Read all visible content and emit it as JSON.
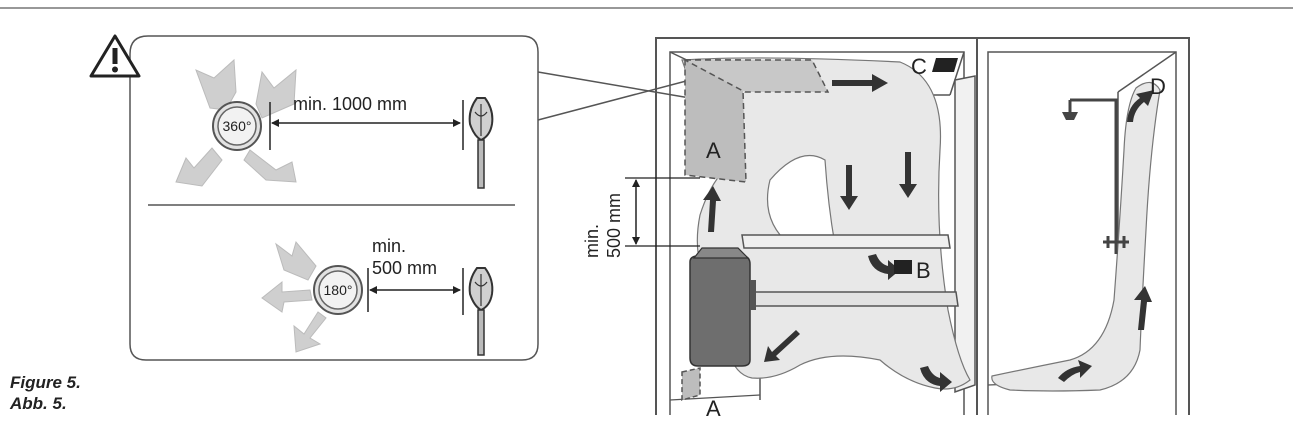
{
  "caption": {
    "line1": "Figure 5.",
    "line2": "Abb. 5."
  },
  "inset": {
    "angle_full": "360°",
    "distance_full": "min. 1000 mm",
    "angle_half": "180°",
    "distance_half_line1": "min.",
    "distance_half_line2": "500 mm"
  },
  "room": {
    "vertical_distance_line1": "min.",
    "vertical_distance_line2": "500 mm",
    "label_a_top": "A",
    "label_a_bottom": "A",
    "label_b": "B",
    "label_c": "C",
    "label_d": "D"
  },
  "icons": [
    "warning-triangle-icon",
    "heater-icon",
    "sensor-icon",
    "shower-icon",
    "airflow-arrow-icon"
  ],
  "colors": {
    "line": "#555555",
    "airflow_fill": "#e6e6e6",
    "heater": "#666666",
    "arrow": "#333333",
    "fan_gray": "#c8c8c8"
  }
}
